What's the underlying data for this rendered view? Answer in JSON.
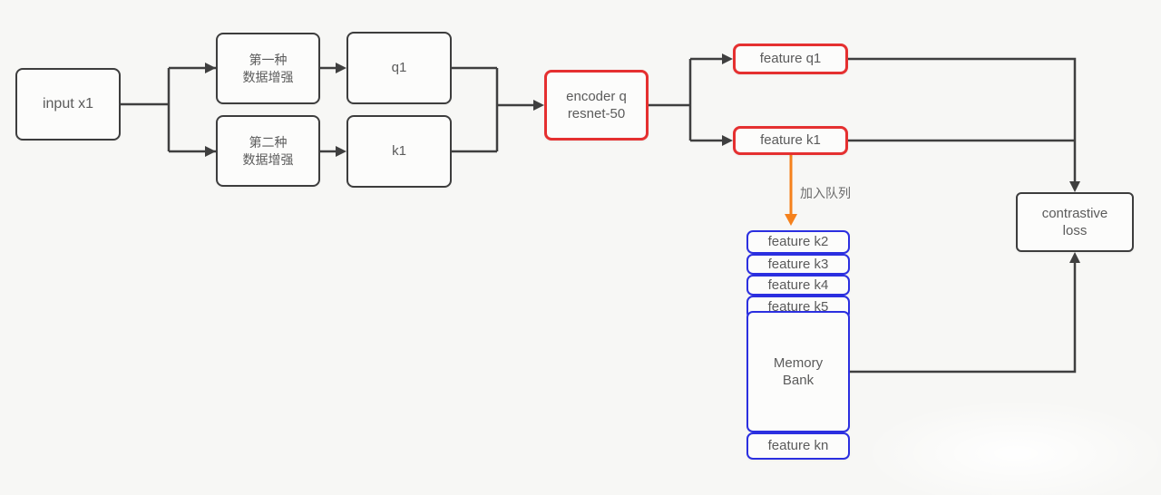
{
  "colors": {
    "background": "#f7f7f5",
    "box_border_dark": "#3d3d3d",
    "box_border_red": "#e53030",
    "box_border_blue": "#2b2fe0",
    "arrow_dark": "#3f3f3f",
    "arrow_orange": "#f5811c",
    "text": "#5b5b5b"
  },
  "nodes": {
    "input_x1": "input x1",
    "aug_first": "第一种\n数据增强",
    "aug_second": "第二种\n数据增强",
    "q1": "q1",
    "k1": "k1",
    "encoder": "encoder q\nresnet-50",
    "feature_q1": "feature q1",
    "feature_k1": "feature k1",
    "contrastive_loss": "contrastive\nloss"
  },
  "annotations": {
    "enqueue": "加入队列"
  },
  "memory_bank": {
    "queue_items": [
      "feature k2",
      "feature k3",
      "feature k4",
      "feature k5"
    ],
    "bank_label": "Memory\nBank",
    "last_item": "feature kn"
  }
}
